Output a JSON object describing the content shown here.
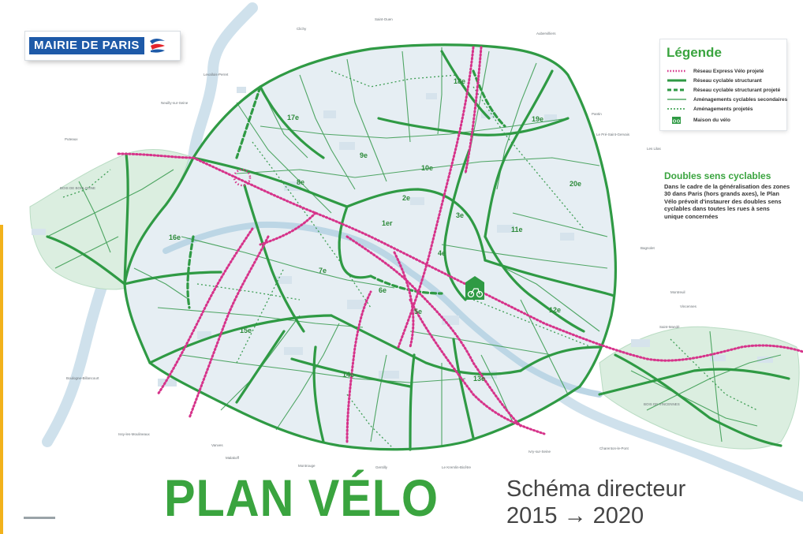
{
  "logo": {
    "text": "MAIRIE DE PARIS"
  },
  "legend": {
    "title": "Légende",
    "items": [
      {
        "label": "Réseau Express Vélo projeté",
        "style": "express",
        "color": "#d6338a"
      },
      {
        "label": "Réseau cyclable structurant",
        "style": "structurant",
        "color": "#2f9a44"
      },
      {
        "label": "Réseau cyclable structurant projeté",
        "style": "structurant-projete",
        "color": "#2f9a44"
      },
      {
        "label": "Aménagements cyclables secondaires",
        "style": "secondaire",
        "color": "#2f9a44"
      },
      {
        "label": "Aménagements projetés",
        "style": "projete",
        "color": "#2f9a44"
      },
      {
        "label": "Maison du vélo",
        "style": "maison",
        "color": "#2f9a44"
      }
    ]
  },
  "doubles_sens": {
    "title": "Doubles sens cyclables",
    "body": "Dans le cadre de la généralisation des zones 30 dans Paris (hors grands axes), le Plan Vélo prévoit d'instaurer des doubles sens cyclables dans toutes les rues à sens unique concernées"
  },
  "title": {
    "main": "PLAN VÉLO",
    "subtitle": "Schéma directeur",
    "period": "2015 → 2020"
  },
  "arrondissements": [
    "1er",
    "2e",
    "3e",
    "4e",
    "5e",
    "6e",
    "7e",
    "8e",
    "9e",
    "10e",
    "11e",
    "12e",
    "13e",
    "14e",
    "15e",
    "16e",
    "17e",
    "18e",
    "19e",
    "20e"
  ],
  "places": {
    "bois_boulogne": "BOIS DE BOULOGNE",
    "bois_vincennes": "BOIS DE VINCENNES",
    "saint_ouen": "Saint-Ouen",
    "clichy": "Clichy",
    "levallois": "Levallois-Perret",
    "neuilly": "Neuilly-sur-Seine",
    "puteaux": "Puteaux",
    "boulogne": "Boulogne-Billancourt",
    "issy": "Issy-les-Moulineaux",
    "vanves": "Vanves",
    "malakoff": "Malakoff",
    "montrouge": "Montrouge",
    "gentilly": "Gentilly",
    "kremlin": "Le Kremlin-Bicêtre",
    "ivry": "Ivry-sur-Seine",
    "charenton": "Charenton-le-Pont",
    "saint_mande": "Saint-Mandé",
    "montreuil": "Montreuil",
    "bagnolet": "Bagnolet",
    "les_lilas": "Les Lilas",
    "le_pre": "Le Pré-Saint-Gervais",
    "pantin": "Pantin",
    "aubervilliers": "Aubervilliers",
    "vincennes": "Vincennes"
  }
}
